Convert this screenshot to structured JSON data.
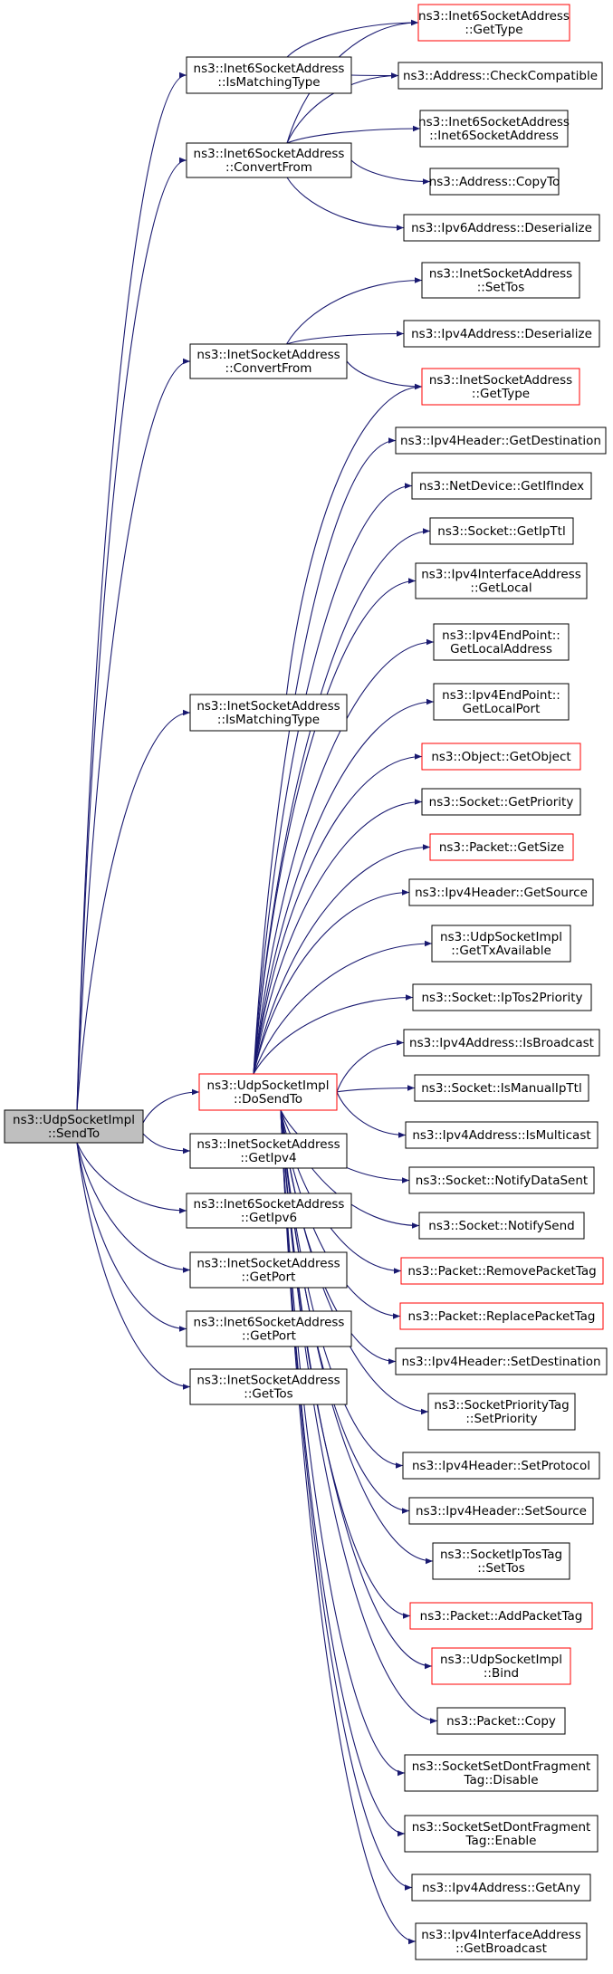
{
  "diagram": {
    "root": "SendTo",
    "nodes": [
      {
        "id": "SendTo",
        "lines": [
          "ns3::UdpSocketImpl",
          "::SendTo"
        ],
        "style": "root"
      },
      {
        "id": "I6MatchT",
        "lines": [
          "ns3::Inet6SocketAddress",
          "::IsMatchingType"
        ],
        "style": "normal"
      },
      {
        "id": "I6Conv",
        "lines": [
          "ns3::Inet6SocketAddress",
          "::ConvertFrom"
        ],
        "style": "normal"
      },
      {
        "id": "I4Conv",
        "lines": [
          "ns3::InetSocketAddress",
          "::ConvertFrom"
        ],
        "style": "normal"
      },
      {
        "id": "I4MatchT",
        "lines": [
          "ns3::InetSocketAddress",
          "::IsMatchingType"
        ],
        "style": "normal"
      },
      {
        "id": "DoSendTo",
        "lines": [
          "ns3::UdpSocketImpl",
          "::DoSendTo"
        ],
        "style": "red"
      },
      {
        "id": "I4GetIpv4",
        "lines": [
          "ns3::InetSocketAddress",
          "::GetIpv4"
        ],
        "style": "normal"
      },
      {
        "id": "I6GetIpv6",
        "lines": [
          "ns3::Inet6SocketAddress",
          "::GetIpv6"
        ],
        "style": "normal"
      },
      {
        "id": "I4GetPort",
        "lines": [
          "ns3::InetSocketAddress",
          "::GetPort"
        ],
        "style": "normal"
      },
      {
        "id": "I6GetPort",
        "lines": [
          "ns3::Inet6SocketAddress",
          "::GetPort"
        ],
        "style": "normal"
      },
      {
        "id": "I4GetTos",
        "lines": [
          "ns3::InetSocketAddress",
          "::GetTos"
        ],
        "style": "normal"
      },
      {
        "id": "I6GetType",
        "lines": [
          "ns3::Inet6SocketAddress",
          "::GetType"
        ],
        "style": "red"
      },
      {
        "id": "AddrCheck",
        "lines": [
          "ns3::Address::CheckCompatible"
        ],
        "style": "normal"
      },
      {
        "id": "I6Ctor",
        "lines": [
          "ns3::Inet6SocketAddress",
          "::Inet6SocketAddress"
        ],
        "style": "normal"
      },
      {
        "id": "AddrCopyTo",
        "lines": [
          "ns3::Address::CopyTo"
        ],
        "style": "normal"
      },
      {
        "id": "Ipv6Deser",
        "lines": [
          "ns3::Ipv6Address::Deserialize"
        ],
        "style": "normal"
      },
      {
        "id": "I4SetTos",
        "lines": [
          "ns3::InetSocketAddress",
          "::SetTos"
        ],
        "style": "normal"
      },
      {
        "id": "Ipv4Deser",
        "lines": [
          "ns3::Ipv4Address::Deserialize"
        ],
        "style": "normal"
      },
      {
        "id": "I4GetType",
        "lines": [
          "ns3::InetSocketAddress",
          "::GetType"
        ],
        "style": "red"
      },
      {
        "id": "HdrGetDest",
        "lines": [
          "ns3::Ipv4Header::GetDestination"
        ],
        "style": "normal"
      },
      {
        "id": "NetDevIf",
        "lines": [
          "ns3::NetDevice::GetIfIndex"
        ],
        "style": "normal"
      },
      {
        "id": "SockGetIpTtl",
        "lines": [
          "ns3::Socket::GetIpTtl"
        ],
        "style": "normal"
      },
      {
        "id": "IfAddrGetLocal",
        "lines": [
          "ns3::Ipv4InterfaceAddress",
          "::GetLocal"
        ],
        "style": "normal"
      },
      {
        "id": "EpGetLocalAddr",
        "lines": [
          "ns3::Ipv4EndPoint::",
          "GetLocalAddress"
        ],
        "style": "normal"
      },
      {
        "id": "EpGetLocalPort",
        "lines": [
          "ns3::Ipv4EndPoint::",
          "GetLocalPort"
        ],
        "style": "normal"
      },
      {
        "id": "ObjGetObject",
        "lines": [
          "ns3::Object::GetObject"
        ],
        "style": "red"
      },
      {
        "id": "SockGetPrio",
        "lines": [
          "ns3::Socket::GetPriority"
        ],
        "style": "normal"
      },
      {
        "id": "PktGetSize",
        "lines": [
          "ns3::Packet::GetSize"
        ],
        "style": "red"
      },
      {
        "id": "HdrGetSrc",
        "lines": [
          "ns3::Ipv4Header::GetSource"
        ],
        "style": "normal"
      },
      {
        "id": "UdpGetTxAvail",
        "lines": [
          "ns3::UdpSocketImpl",
          "::GetTxAvailable"
        ],
        "style": "normal"
      },
      {
        "id": "SockIpTos2Prio",
        "lines": [
          "ns3::Socket::IpTos2Priority"
        ],
        "style": "normal"
      },
      {
        "id": "AddrIsBcast",
        "lines": [
          "ns3::Ipv4Address::IsBroadcast"
        ],
        "style": "normal"
      },
      {
        "id": "SockIsManTtl",
        "lines": [
          "ns3::Socket::IsManualIpTtl"
        ],
        "style": "normal"
      },
      {
        "id": "AddrIsMcast",
        "lines": [
          "ns3::Ipv4Address::IsMulticast"
        ],
        "style": "normal"
      },
      {
        "id": "SockNotifyDS",
        "lines": [
          "ns3::Socket::NotifyDataSent"
        ],
        "style": "normal"
      },
      {
        "id": "SockNotifySend",
        "lines": [
          "ns3::Socket::NotifySend"
        ],
        "style": "normal"
      },
      {
        "id": "PktRemoveTag",
        "lines": [
          "ns3::Packet::RemovePacketTag"
        ],
        "style": "red"
      },
      {
        "id": "PktReplaceTag",
        "lines": [
          "ns3::Packet::ReplacePacketTag"
        ],
        "style": "red"
      },
      {
        "id": "HdrSetDest",
        "lines": [
          "ns3::Ipv4Header::SetDestination"
        ],
        "style": "normal"
      },
      {
        "id": "PrioTagSet",
        "lines": [
          "ns3::SocketPriorityTag",
          "::SetPriority"
        ],
        "style": "normal"
      },
      {
        "id": "HdrSetProto",
        "lines": [
          "ns3::Ipv4Header::SetProtocol"
        ],
        "style": "normal"
      },
      {
        "id": "HdrSetSrc",
        "lines": [
          "ns3::Ipv4Header::SetSource"
        ],
        "style": "normal"
      },
      {
        "id": "TosTagSet",
        "lines": [
          "ns3::SocketIpTosTag",
          "::SetTos"
        ],
        "style": "normal"
      },
      {
        "id": "PktAddTag",
        "lines": [
          "ns3::Packet::AddPacketTag"
        ],
        "style": "red"
      },
      {
        "id": "UdpBind",
        "lines": [
          "ns3::UdpSocketImpl",
          "::Bind"
        ],
        "style": "red"
      },
      {
        "id": "PktCopy",
        "lines": [
          "ns3::Packet::Copy"
        ],
        "style": "normal"
      },
      {
        "id": "DfDisable",
        "lines": [
          "ns3::SocketSetDontFragment",
          "Tag::Disable"
        ],
        "style": "normal"
      },
      {
        "id": "DfEnable",
        "lines": [
          "ns3::SocketSetDontFragment",
          "Tag::Enable"
        ],
        "style": "normal"
      },
      {
        "id": "AddrGetAny",
        "lines": [
          "ns3::Ipv4Address::GetAny"
        ],
        "style": "normal"
      },
      {
        "id": "IfAddrGetBcast",
        "lines": [
          "ns3::Ipv4InterfaceAddress",
          "::GetBroadcast"
        ],
        "style": "normal"
      }
    ],
    "edges": [
      [
        "SendTo",
        "I6MatchT"
      ],
      [
        "SendTo",
        "I6Conv"
      ],
      [
        "SendTo",
        "I4Conv"
      ],
      [
        "SendTo",
        "I4MatchT"
      ],
      [
        "SendTo",
        "DoSendTo"
      ],
      [
        "SendTo",
        "I4GetIpv4"
      ],
      [
        "SendTo",
        "I6GetIpv6"
      ],
      [
        "SendTo",
        "I4GetPort"
      ],
      [
        "SendTo",
        "I6GetPort"
      ],
      [
        "SendTo",
        "I4GetTos"
      ],
      [
        "I6MatchT",
        "I6GetType"
      ],
      [
        "I6MatchT",
        "AddrCheck"
      ],
      [
        "I6Conv",
        "I6GetType"
      ],
      [
        "I6Conv",
        "AddrCheck"
      ],
      [
        "I6Conv",
        "I6Ctor"
      ],
      [
        "I6Conv",
        "AddrCopyTo"
      ],
      [
        "I6Conv",
        "Ipv6Deser"
      ],
      [
        "I4Conv",
        "I4SetTos"
      ],
      [
        "I4Conv",
        "Ipv4Deser"
      ],
      [
        "I4Conv",
        "I4GetType"
      ],
      [
        "I4MatchT",
        "I4GetType"
      ],
      [
        "DoSendTo",
        "HdrGetDest"
      ],
      [
        "DoSendTo",
        "NetDevIf"
      ],
      [
        "DoSendTo",
        "SockGetIpTtl"
      ],
      [
        "DoSendTo",
        "IfAddrGetLocal"
      ],
      [
        "DoSendTo",
        "EpGetLocalAddr"
      ],
      [
        "DoSendTo",
        "EpGetLocalPort"
      ],
      [
        "DoSendTo",
        "ObjGetObject"
      ],
      [
        "DoSendTo",
        "SockGetPrio"
      ],
      [
        "DoSendTo",
        "PktGetSize"
      ],
      [
        "DoSendTo",
        "HdrGetSrc"
      ],
      [
        "DoSendTo",
        "UdpGetTxAvail"
      ],
      [
        "DoSendTo",
        "SockIpTos2Prio"
      ],
      [
        "DoSendTo",
        "AddrIsBcast"
      ],
      [
        "DoSendTo",
        "SockIsManTtl"
      ],
      [
        "DoSendTo",
        "AddrIsMcast"
      ],
      [
        "DoSendTo",
        "SockNotifyDS"
      ],
      [
        "DoSendTo",
        "SockNotifySend"
      ],
      [
        "DoSendTo",
        "PktRemoveTag"
      ],
      [
        "DoSendTo",
        "PktReplaceTag"
      ],
      [
        "DoSendTo",
        "HdrSetDest"
      ],
      [
        "DoSendTo",
        "PrioTagSet"
      ],
      [
        "DoSendTo",
        "HdrSetProto"
      ],
      [
        "DoSendTo",
        "HdrSetSrc"
      ],
      [
        "DoSendTo",
        "TosTagSet"
      ],
      [
        "DoSendTo",
        "PktAddTag"
      ],
      [
        "DoSendTo",
        "UdpBind"
      ],
      [
        "DoSendTo",
        "PktCopy"
      ],
      [
        "DoSendTo",
        "DfDisable"
      ],
      [
        "DoSendTo",
        "DfEnable"
      ],
      [
        "DoSendTo",
        "AddrGetAny"
      ],
      [
        "DoSendTo",
        "IfAddrGetBcast"
      ]
    ]
  },
  "colors": {
    "edge": "#191970",
    "node_border": "#000000",
    "node_border_link": "#ff0000",
    "root_fill": "#bfbfbf",
    "background": "#ffffff"
  }
}
